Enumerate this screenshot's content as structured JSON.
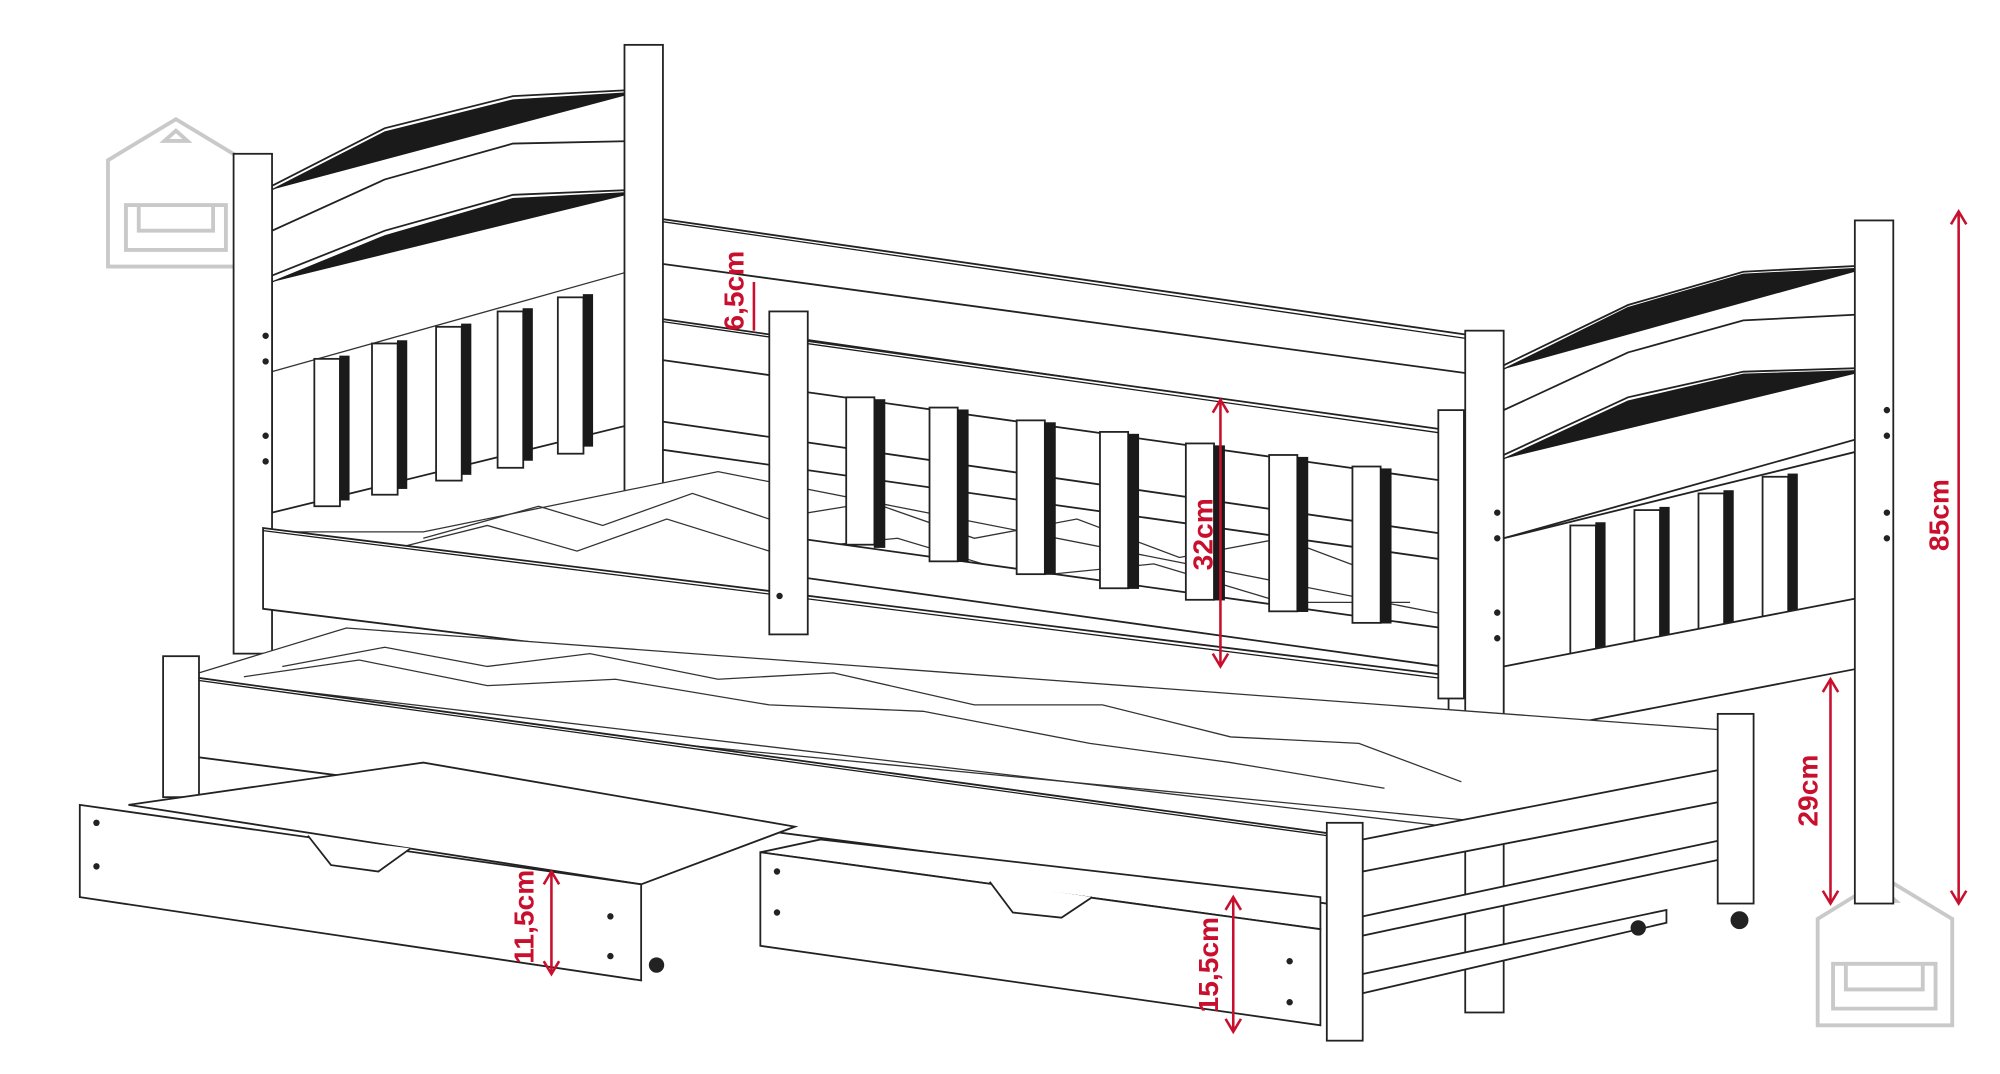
{
  "title": "Trundle bed with drawers - dimension drawing",
  "colors": {
    "dimension": "#c8102e",
    "line": "#222222",
    "logo": "#c9c9c9"
  },
  "dimensions": {
    "rail_gap": "6,5cm",
    "guard_height": "32cm",
    "total_height": "85cm",
    "under_clearance": "29cm",
    "drawer_left_height": "11,5cm",
    "drawer_right_height": "15,5cm"
  },
  "icons": [
    "house-sofa-logo-icon"
  ]
}
